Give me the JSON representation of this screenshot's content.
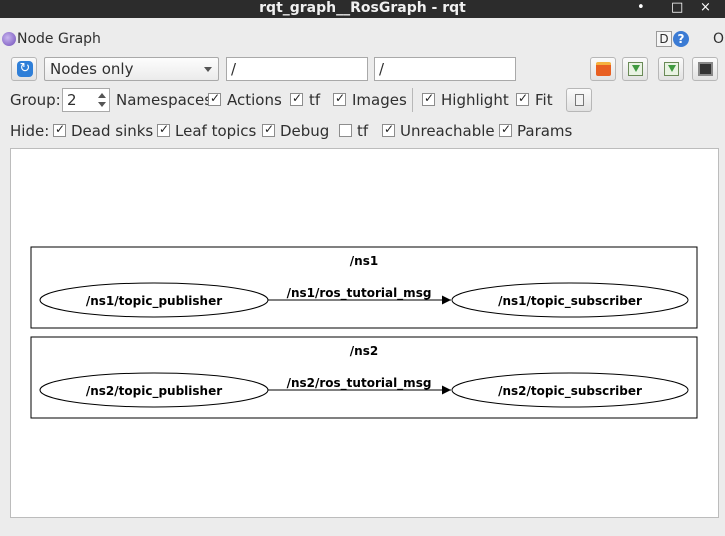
{
  "window": {
    "title": "rqt_graph__RosGraph - rqt",
    "minimize_glyph": "•",
    "maximize_glyph": "□",
    "close_glyph": "×"
  },
  "dock": {
    "title": "Node Graph",
    "d_label": "D",
    "help_glyph": "?",
    "close_label": "O"
  },
  "toolbar": {
    "refresh_icon": "↻",
    "mode_value": "Nodes only",
    "filter_include": "/",
    "filter_exclude": "/"
  },
  "group_row": {
    "group_label": "Group:",
    "group_value": "2",
    "options": [
      {
        "label": "Namespaces",
        "checked": true
      },
      {
        "label": "Actions",
        "checked": true
      },
      {
        "label": "tf",
        "checked": true
      },
      {
        "label": "Images",
        "checked": true
      },
      {
        "label": "Highlight",
        "checked": true
      },
      {
        "label": "Fit",
        "checked": true
      }
    ]
  },
  "hide_row": {
    "hide_label": "Hide:",
    "options": [
      {
        "label": "Dead sinks",
        "checked": true
      },
      {
        "label": "Leaf topics",
        "checked": true
      },
      {
        "label": "Debug",
        "checked": true
      },
      {
        "label": "tf",
        "checked": false
      },
      {
        "label": "Unreachable",
        "checked": true
      },
      {
        "label": "Params",
        "checked": true
      }
    ]
  },
  "graph": {
    "clusters": [
      {
        "name": "/ns1",
        "publisher": "/ns1/topic_publisher",
        "topic": "/ns1/ros_tutorial_msg",
        "subscriber": "/ns1/topic_subscriber"
      },
      {
        "name": "/ns2",
        "publisher": "/ns2/topic_publisher",
        "topic": "/ns2/ros_tutorial_msg",
        "subscriber": "/ns2/topic_subscriber"
      }
    ]
  }
}
